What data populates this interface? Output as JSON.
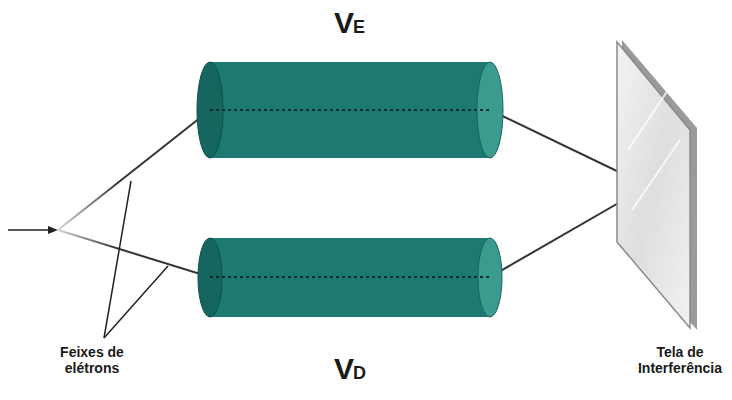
{
  "diagram": {
    "labels": [
      "V",
      "E",
      "V",
      "D",
      "Feixes de elétrons",
      "Tela de Interferência"
    ]
  }
}
